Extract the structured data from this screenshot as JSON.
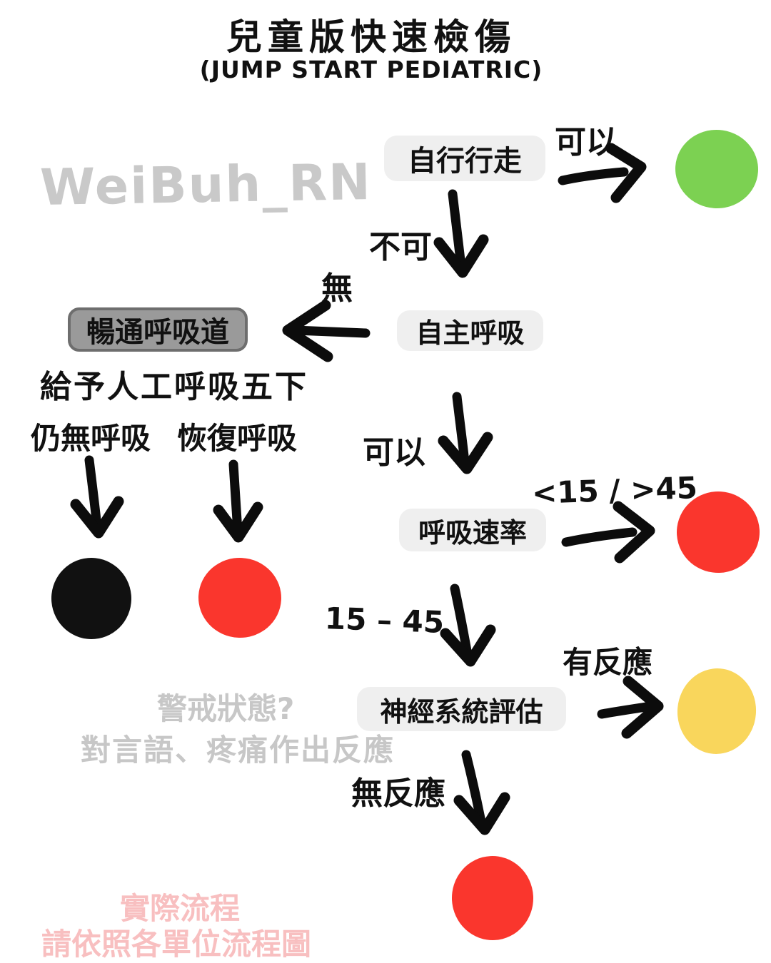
{
  "header": {
    "title": "兒童版快速檢傷",
    "subtitle": "(JUMP START PEDIATRIC)"
  },
  "watermark": "WeiBuh_RN",
  "nodes": {
    "walk": "自行行走",
    "open_airway": "暢通呼吸道",
    "spontaneous_breathing": "自主呼吸",
    "respiratory_rate": "呼吸速率",
    "neuro_assessment": "神經系統評估"
  },
  "edge_labels": {
    "walk_yes": "可以",
    "walk_no": "不可",
    "breathing_none": "無",
    "rescue_breaths": "給予人工呼吸五下",
    "still_no_breathing": "仍無呼吸",
    "breathing_restored": "恢復呼吸",
    "breathing_yes": "可以",
    "rate_abnormal": "<15 / >45",
    "rate_normal": "15 – 45",
    "responsive": "有反應",
    "unresponsive": "無反應"
  },
  "annotations": {
    "alert_question": "警戒狀態?",
    "alert_detail": "對言語、疼痛作出反應",
    "disclaimer_line1": "實際流程",
    "disclaimer_line2": "請依照各單位流程圖"
  },
  "colors": {
    "green": "#7CD152",
    "black": "#111111",
    "red": "#FA362D",
    "yellow": "#F9D65C",
    "node_bg": "#EFEFEF",
    "node_dark_bg": "#9A9A9A",
    "node_dark_border": "#6E6E6E",
    "watermark_gray": "#C9C9C9",
    "note_gray": "#C7C7C7",
    "note_pink": "#F8BFC0"
  }
}
